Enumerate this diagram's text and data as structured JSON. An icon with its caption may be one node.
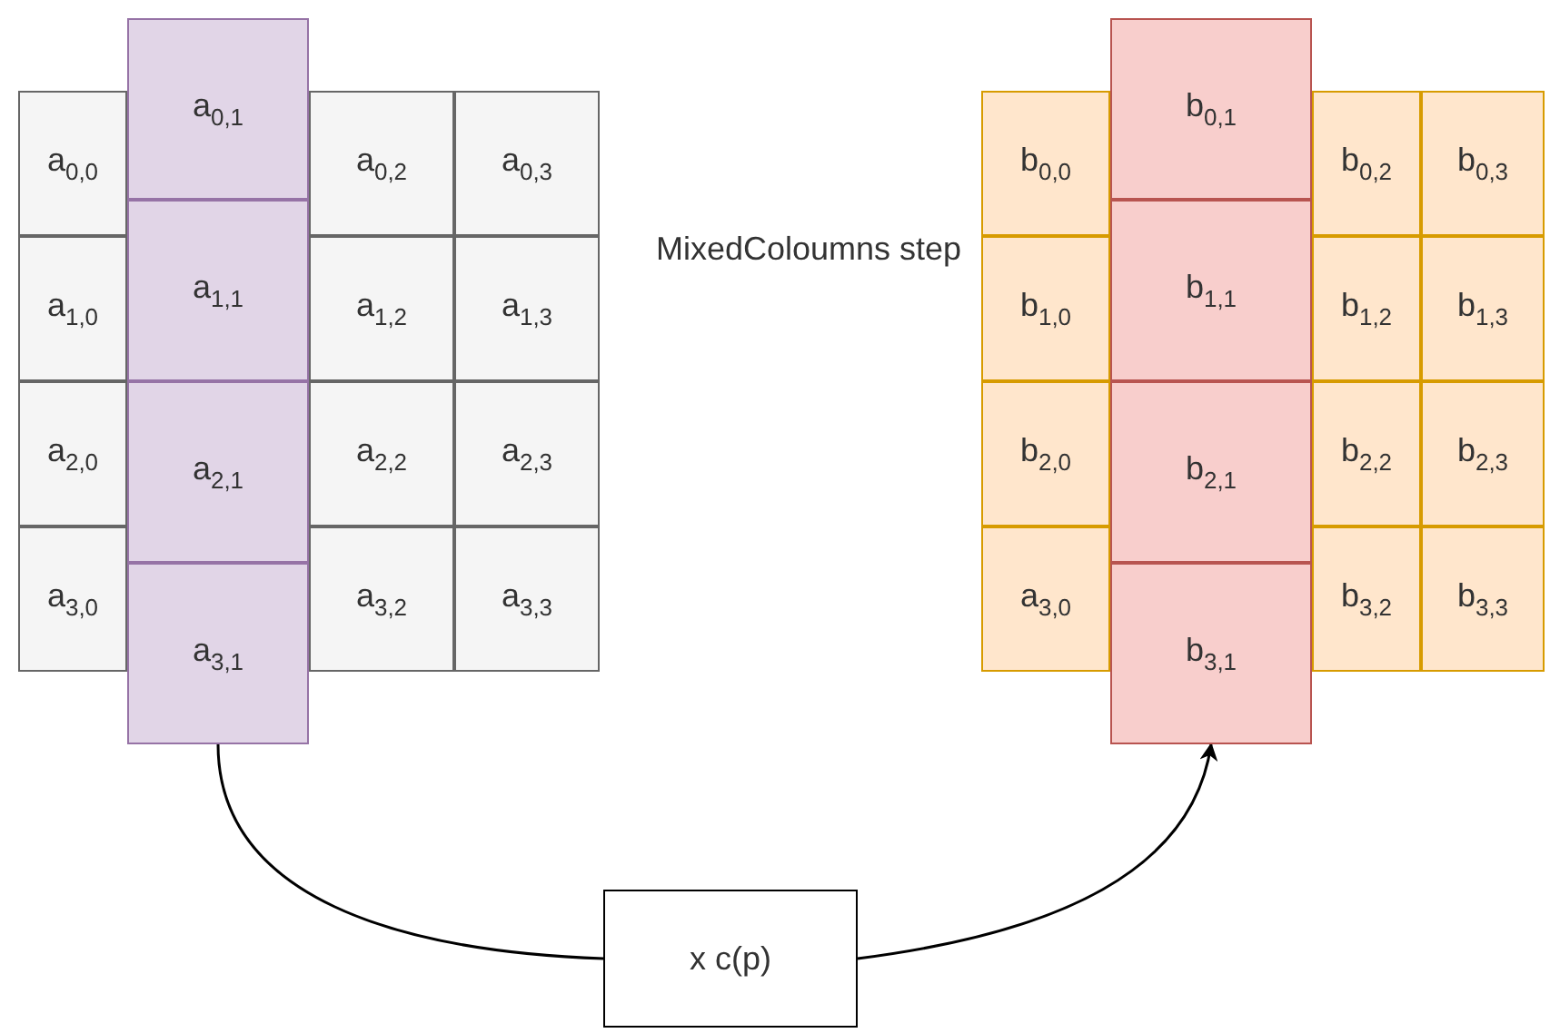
{
  "diagram": {
    "nodes": [
      {
        "text": [
          "a$_{0,0}$"
        ]
      },
      {
        "text": [
          "a$_{0,2}$"
        ]
      },
      {
        "text": [
          "a$_{0,3}$"
        ]
      },
      {
        "text": [
          "a$_{1,0}$"
        ]
      },
      {
        "text": [
          "a$_{1,2}$"
        ]
      },
      {
        "text": [
          "a$_{1,3}$"
        ]
      },
      {
        "text": [
          "a$_{2,0}$"
        ]
      },
      {
        "text": [
          "a$_{2,2}$"
        ]
      },
      {
        "text": [
          "a$_{2,3}$"
        ]
      },
      {
        "text": [
          "a$_{3,0}$"
        ]
      },
      {
        "text": [
          "a$_{3,2}$"
        ]
      },
      {
        "text": [
          "a$_{3,3}$"
        ]
      },
      {
        "text": [
          "a$_{0,1}$"
        ]
      },
      {
        "text": [
          "a$_{1,1}$"
        ]
      },
      {
        "text": [
          "a$_{2,1}$"
        ]
      },
      {
        "text": [
          "a$_{3,1}$"
        ]
      },
      {
        "text": [
          "b$_{0,0}$"
        ]
      },
      {
        "text": [
          "b$_{0,2}$"
        ]
      },
      {
        "text": [
          "b$_{0,3}$"
        ]
      },
      {
        "text": [
          "b$_{1,0}$"
        ]
      },
      {
        "text": [
          "b$_{1,2}$"
        ]
      },
      {
        "text": [
          "b$_{1,3}$"
        ]
      },
      {
        "text": [
          "b$_{2,0}$"
        ]
      },
      {
        "text": [
          "b$_{2,2}$"
        ]
      },
      {
        "text": [
          "b$_{2,3}$"
        ]
      },
      {
        "text": [
          "a$_{3,0}$"
        ]
      },
      {
        "text": [
          "b$_{3,2}$"
        ]
      },
      {
        "text": [
          "b$_{3,3}$"
        ]
      },
      {
        "text": [
          "b$_{0,1}$"
        ]
      },
      {
        "text": [
          "b$_{1,1}$"
        ]
      },
      {
        "text": [
          "b$_{2,1}$"
        ]
      },
      {
        "text": [
          "b$_{3,1}$"
        ]
      },
      {
        "text": [
          "x c(p)"
        ]
      }
    ],
    "edges": [
      {
        "from": 15,
        "to": 32,
        "arrow": "none"
      },
      {
        "from": 32,
        "to": 31,
        "arrow": "to"
      }
    ],
    "labels": [
      "MixedColoumns step"
    ]
  }
}
